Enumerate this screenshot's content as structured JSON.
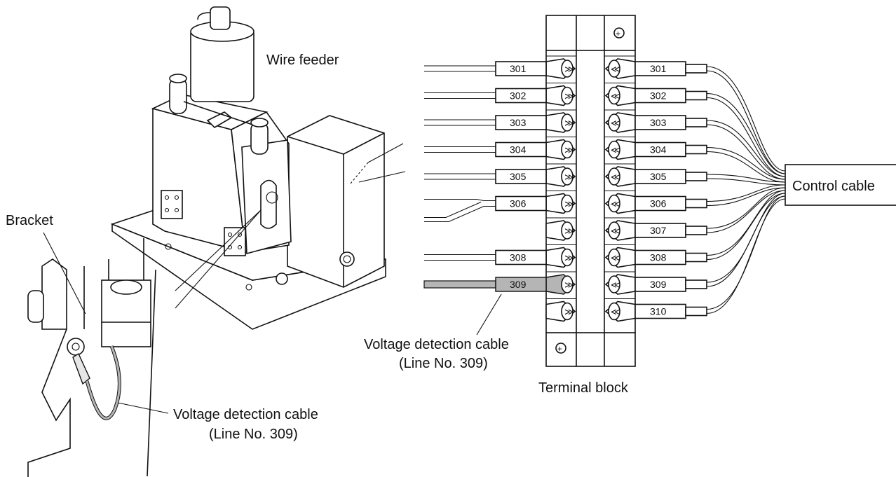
{
  "labels": {
    "wire_feeder": "Wire feeder",
    "bracket": "Bracket",
    "control_cable": "Control cable",
    "terminal_block": "Terminal block",
    "vdc_block_line1": "Voltage detection cable",
    "vdc_block_line2": "(Line No. 309)",
    "vdc_bracket_line1": "Voltage detection cable",
    "vdc_bracket_line2": "(Line No. 309)"
  },
  "left_tags": [
    "301",
    "302",
    "303",
    "304",
    "305",
    "306",
    "",
    "308",
    "309",
    ""
  ],
  "right_tags": [
    "301",
    "302",
    "303",
    "304",
    "305",
    "306",
    "307",
    "308",
    "309",
    "310"
  ],
  "highlight_tag": "309",
  "colors": {
    "line": "#111111",
    "highlight": "#b5b5b5",
    "shade": "#e6e6e6"
  }
}
